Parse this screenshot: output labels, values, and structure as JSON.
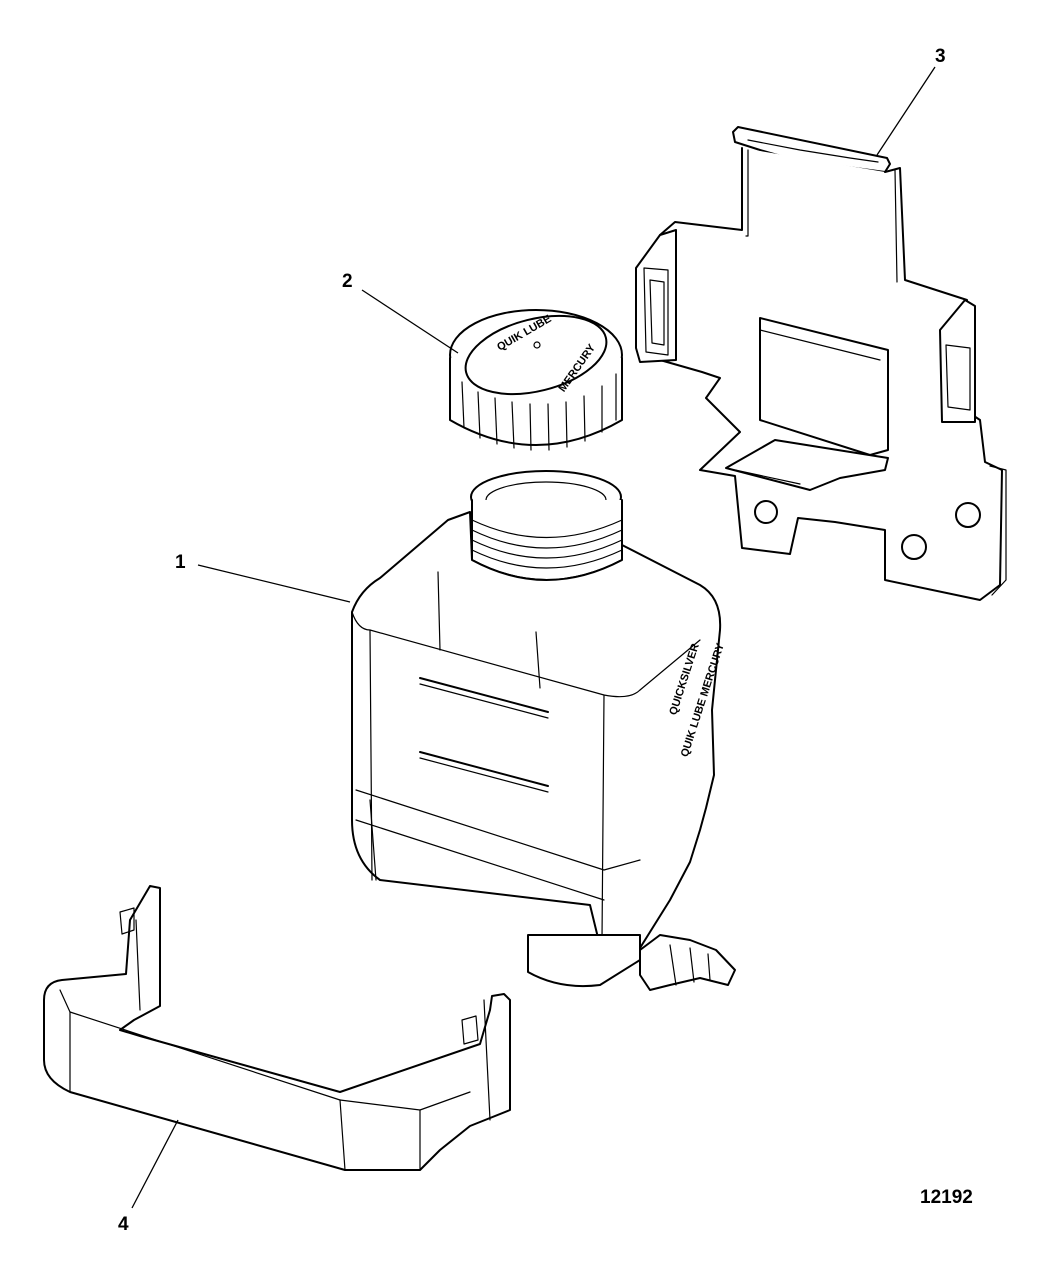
{
  "diagram": {
    "figure_number": "12192",
    "callouts": [
      {
        "id": "1",
        "label": "1"
      },
      {
        "id": "2",
        "label": "2"
      },
      {
        "id": "3",
        "label": "3"
      },
      {
        "id": "4",
        "label": "4"
      }
    ],
    "cap_text": [
      "QUIK LUBE",
      "MERCURY"
    ],
    "bottle_side_text": [
      "QUICKSILVER",
      "QUIK LUBE MERCURY"
    ]
  }
}
